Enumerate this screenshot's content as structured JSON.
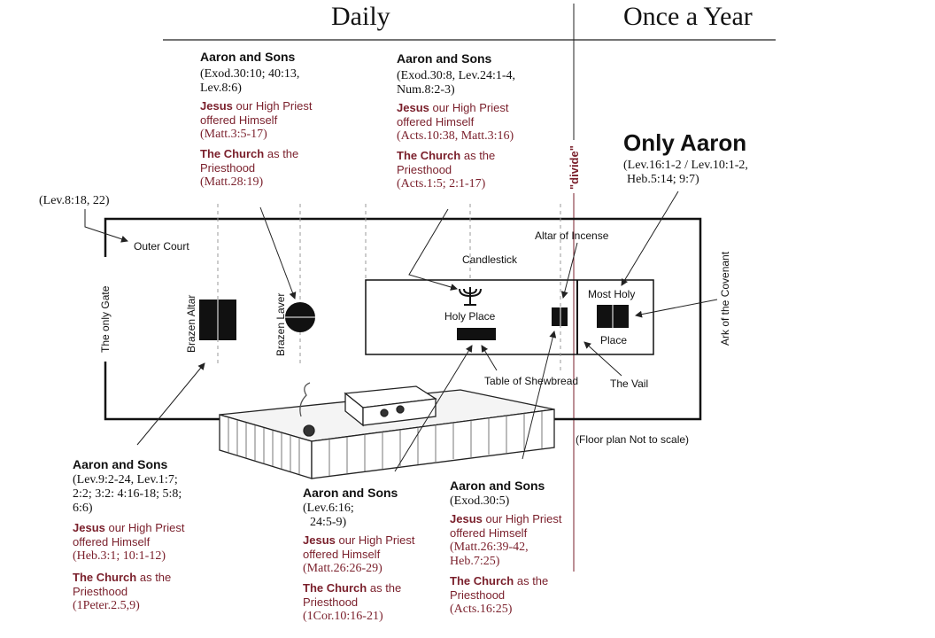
{
  "headers": {
    "daily": "Daily",
    "yearly": "Once a Year",
    "divide": "\"divide\""
  },
  "labels": {
    "outer_court": "Outer Court",
    "only_gate": "The only Gate",
    "brazen_altar": "Brazen Altar",
    "brazen_laver": "Brazen Laver",
    "candlestick": "Candlestick",
    "holy_place": "Holy Place",
    "altar_incense": "Altar of Incense",
    "most_holy": "Most Holy",
    "place": "Place",
    "ark": "Ark of the Covenant",
    "shewbread": "Table of Shewbread",
    "vail": "The Vail",
    "floor_note": "(Floor plan Not to scale)",
    "lev_ref": "(Lev.8:18, 22)"
  },
  "blocks": {
    "b1": {
      "title": "Aaron and Sons",
      "refs": [
        "(Exod.30:10; 40:13,",
        "Lev.8:6)"
      ],
      "jesus_a": "Jesus",
      "jesus_b": " our High Priest",
      "jesus_c": "offered Himself",
      "jesus_ref": "(Matt.3:5-17)",
      "church_a": "The Church",
      "church_b": " as the",
      "church_c": "Priesthood",
      "church_ref": "(Matt.28:19)"
    },
    "b2": {
      "title": "Aaron and Sons",
      "refs": [
        "(Exod.30:8, Lev.24:1-4,",
        "Num.8:2-3)"
      ],
      "jesus_a": "Jesus",
      "jesus_b": " our High Priest",
      "jesus_c": "offered Himself",
      "jesus_ref": "(Acts.10:38, Matt.3:16)",
      "church_a": "The Church",
      "church_b": " as the",
      "church_c": "Priesthood",
      "church_ref": "(Acts.1:5; 2:1-17)"
    },
    "b3": {
      "title": "Only Aaron",
      "refs": [
        "(Lev.16:1-2 / Lev.10:1-2,",
        "Heb.5:14; 9:7)"
      ]
    },
    "b4": {
      "title": "Aaron and Sons",
      "refs": [
        "(Lev.9:2-24, Lev.1:7;",
        "2:2; 3:2: 4:16-18; 5:8;",
        "6:6)"
      ],
      "jesus_a": "Jesus",
      "jesus_b": " our High Priest",
      "jesus_c": "offered Himself",
      "jesus_ref": "(Heb.3:1; 10:1-12)",
      "church_a": "The Church",
      "church_b": " as the",
      "church_c": "Priesthood",
      "church_ref": "(1Peter.2.5,9)"
    },
    "b5": {
      "title": "Aaron and Sons",
      "refs": [
        "(Lev.6:16;",
        "24:5-9)"
      ],
      "jesus_a": "Jesus",
      "jesus_b": " our High Priest",
      "jesus_c": "offered Himself",
      "jesus_ref": "(Matt.26:26-29)",
      "church_a": "The Church",
      "church_b": " as the",
      "church_c": "Priesthood",
      "church_ref": "(1Cor.10:16-21)"
    },
    "b6": {
      "title": "Aaron and Sons",
      "refs": [
        "(Exod.30:5)"
      ],
      "jesus_a": "Jesus",
      "jesus_b": " our High Priest",
      "jesus_c": "offered Himself",
      "jesus_ref_1": "(Matt.26:39-42,",
      "jesus_ref_2": "Heb.7:25)",
      "church_a": "The Church",
      "church_b": " as the",
      "church_c": "Priesthood",
      "church_ref": "(Acts.16:25)"
    }
  }
}
